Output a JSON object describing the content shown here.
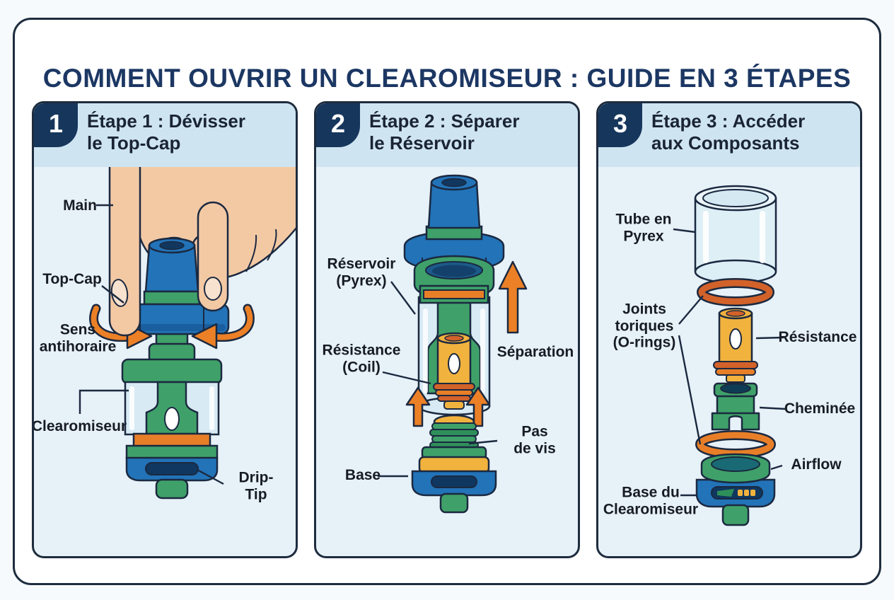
{
  "title": "COMMENT OUVRIR UN CLEAROMISEUR : GUIDE EN 3 ÉTAPES",
  "panels": [
    {
      "number": "1",
      "heading": "Étape 1 : Dévisser\nle Top-Cap",
      "labels": {
        "main": "Main",
        "top_cap": "Top-Cap",
        "sens": "Sens\nantihoraire",
        "clearomiseur": "Clearomiseur",
        "drip_tip": "Drip-Tip"
      }
    },
    {
      "number": "2",
      "heading": "Étape 2 : Séparer\nle Réservoir",
      "labels": {
        "reservoir": "Réservoir\n(Pyrex)",
        "resistance": "Résistance\n(Coil)",
        "separation": "Séparation",
        "pas_de_vis": "Pas de vis",
        "base": "Base"
      }
    },
    {
      "number": "3",
      "heading": "Étape 3 : Accéder\naux Composants",
      "labels": {
        "tube": "Tube en\nPyrex",
        "joints": "Joints\ntoriques\n(O-rings)",
        "resistance": "Résistance",
        "cheminee": "Cheminée",
        "airflow": "Airflow",
        "base": "Base du\nClearomiseur"
      }
    }
  ],
  "colors": {
    "navy": "#16365c",
    "outline": "#1b2940",
    "panel_header": "#cfe4f1",
    "panel_body": "#e7f1f8",
    "blue": "#2273b8",
    "green": "#3fa169",
    "green_dark": "#2f8f5b",
    "orange": "#ec8026",
    "orange_dark": "#d2622a",
    "yellow": "#f2b23e",
    "skin": "#f3c9a4",
    "glass": "#d8ebf4"
  }
}
